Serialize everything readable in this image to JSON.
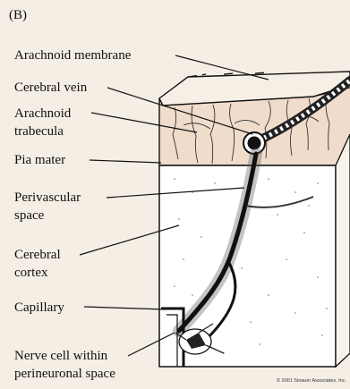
{
  "panel_label": "(B)",
  "labels": [
    {
      "id": "arachnoid-membrane",
      "text": "Arachnoid membrane"
    },
    {
      "id": "cerebral-vein",
      "text": "Cerebral vein"
    },
    {
      "id": "arachnoid-trabecula",
      "line1": "Arachnoid",
      "line2": "trabecula"
    },
    {
      "id": "pia-mater",
      "text": "Pia mater"
    },
    {
      "id": "perivascular-space",
      "line1": "Perivascular",
      "line2": "space"
    },
    {
      "id": "cerebral-cortex",
      "line1": "Cerebral",
      "line2": "cortex"
    },
    {
      "id": "capillary",
      "text": "Capillary"
    },
    {
      "id": "nerve-cell",
      "line1": "Nerve cell within",
      "line2": "perineuronal space"
    }
  ],
  "copyright": "© 2001 Sinauer Associates, Inc.",
  "colors": {
    "background": "#f4eee4",
    "block_face": "#ffffff",
    "subarachnoid": "#f0e0d0",
    "ink": "#111111"
  }
}
